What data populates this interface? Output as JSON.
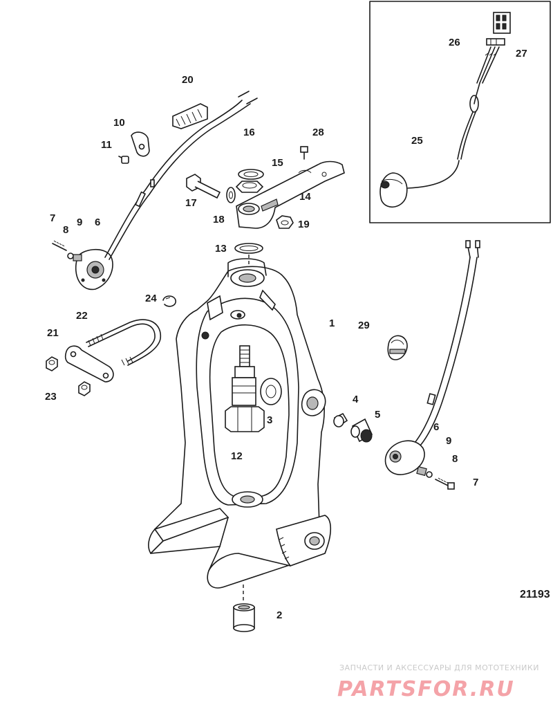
{
  "diagram": {
    "reference_number": "21193",
    "callouts": [
      "1",
      "2",
      "3",
      "4",
      "5",
      "6",
      "7",
      "8",
      "9",
      "10",
      "11",
      "12",
      "13",
      "14",
      "15",
      "16",
      "17",
      "18",
      "19",
      "20",
      "21",
      "22",
      "23",
      "24",
      "25",
      "26",
      "27",
      "28",
      "29"
    ],
    "watermark": {
      "tagline": "ЗАПЧАСТИ И АКСЕССУАРЫ ДЛЯ МОТОТЕХНИКИ",
      "logo": "PARTSFOR.RU"
    }
  }
}
